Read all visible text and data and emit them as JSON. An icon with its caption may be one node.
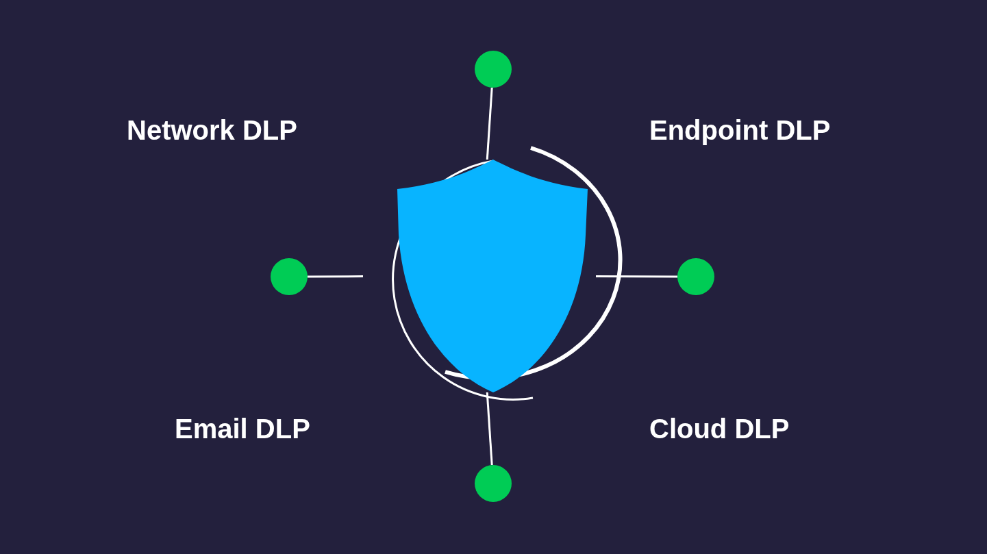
{
  "diagram": {
    "nodes": [
      {
        "text": [],
        "shape": "picture"
      },
      {
        "text": [],
        "shape": "circle"
      },
      {
        "text": [],
        "shape": "circle"
      },
      {
        "text": [],
        "shape": "circle"
      },
      {
        "text": [],
        "shape": "circle"
      }
    ],
    "edges": [
      {
        "from": 0,
        "to": 1,
        "arrow": "none"
      },
      {
        "from": 0,
        "to": 2,
        "arrow": "none"
      },
      {
        "from": 0,
        "to": 3,
        "arrow": "none"
      },
      {
        "from": 0,
        "to": 4,
        "arrow": "none"
      }
    ],
    "labels": [
      "Network DLP",
      "Endpoint DLP",
      "Email DLP",
      "Cloud DLP"
    ]
  }
}
